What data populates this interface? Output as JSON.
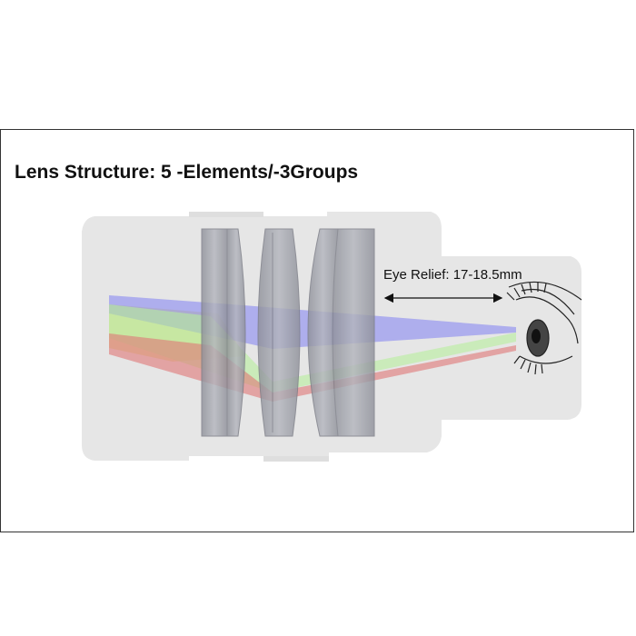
{
  "title": "Lens Structure: 5 -Elements/-3Groups",
  "eye_relief_label": "Eye Relief: 17-18.5mm",
  "colors": {
    "housing": "#e6e6e6",
    "lens_glass": "#a2a4ad",
    "lens_edge": "#7b7d86",
    "ray_blue": "#7f7ff2",
    "ray_green": "#b7ef9c",
    "ray_red": "#e07676",
    "ray_yellow": "#d9d27a",
    "frame_border": "#333333"
  },
  "diagram": {
    "elements": 5,
    "groups": 3,
    "components": [
      "eyepiece-housing",
      "lens-group-1",
      "lens-group-2",
      "lens-group-3",
      "light-rays",
      "eye-relief-arrow",
      "eye-illustration"
    ]
  }
}
